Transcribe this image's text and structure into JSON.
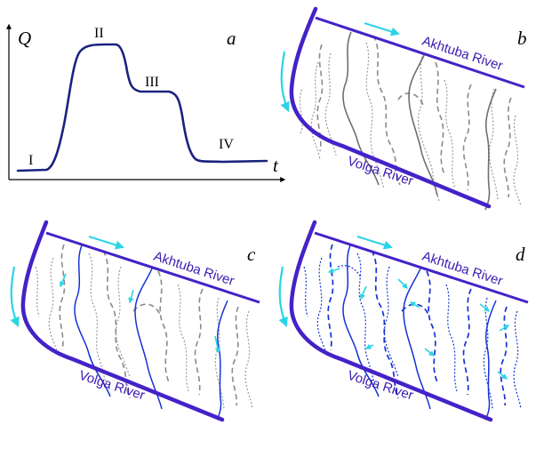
{
  "panels": {
    "a": {
      "letter": "a",
      "y_axis": "Q",
      "x_axis": "t",
      "phases": [
        "I",
        "II",
        "III",
        "IV"
      ]
    },
    "b": {
      "letter": "b",
      "river_top": "Akhtuba River",
      "river_bottom": "Volga River"
    },
    "c": {
      "letter": "c",
      "river_top": "Akhtuba River",
      "river_bottom": "Volga River"
    },
    "d": {
      "letter": "d",
      "river_top": "Akhtuba River",
      "river_bottom": "Volga River"
    }
  },
  "colors": {
    "bank": "#4422c8",
    "flow_arrow": "#2ad4e6",
    "channel_active": "#1533d6",
    "channel_dry": "#7a7a7a",
    "hydrograph": "#1a237e"
  }
}
